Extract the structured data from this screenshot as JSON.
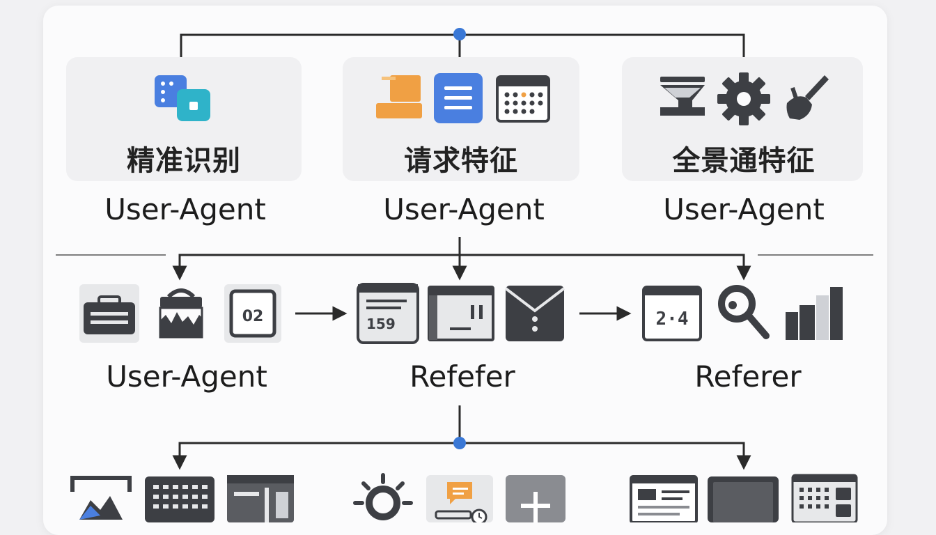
{
  "colors": {
    "accent": "#3a78d6",
    "dark": "#3d3f44",
    "orange": "#f0a044",
    "blue": "#4a7fe0",
    "teal": "#2fb3c9"
  },
  "top": {
    "boxes": [
      {
        "title": "精准识别",
        "label": "User-Agent",
        "icons": [
          "app-icon-blue-squares"
        ]
      },
      {
        "title": "请求特征",
        "label": "User-Agent",
        "icons": [
          "orange-stack-icon",
          "document-list-icon",
          "calendar-grid-icon"
        ]
      },
      {
        "title": "全景通特征",
        "label": "User-Agent",
        "icons": [
          "filter-funnel-icon",
          "gear-icon",
          "broom-icon"
        ]
      }
    ]
  },
  "middle": {
    "labels": [
      "User-Agent",
      "Refefer",
      "Referer"
    ],
    "icon_values": {
      "date_box": "02",
      "form_number": "159",
      "calendar_numbers": "2·4"
    },
    "icons": [
      "toolbox-icon",
      "bar-basket-icon",
      "date-box-icon",
      "arrow-right-icon",
      "form-window-icon",
      "browser-window-icon",
      "envelope-icon",
      "arrow-right-icon",
      "calendar-number-icon",
      "search-key-icon",
      "bar-chart-icon"
    ]
  },
  "bottom": {
    "icons": [
      "image-frame-icon",
      "keyboard-icon",
      "layout-window-icon",
      "sun-icon",
      "chat-clock-icon",
      "plus-icon",
      "article-layout-icon",
      "monitor-icon",
      "grid-app-icon"
    ]
  }
}
